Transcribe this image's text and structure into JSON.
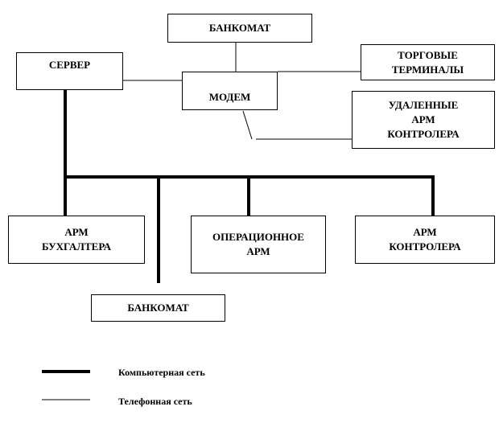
{
  "nodes": {
    "atm_top": {
      "lines": [
        "БАНКОМАТ"
      ]
    },
    "server": {
      "lines": [
        "СЕРВЕР"
      ]
    },
    "modem": {
      "lines": [
        "МОДЕМ"
      ]
    },
    "trade_terminals": {
      "lines": [
        "ТОРГОВЫЕ",
        "ТЕРМИНАЛЫ"
      ]
    },
    "remote_controller": {
      "lines": [
        "УДАЛЕННЫЕ",
        "АРМ",
        "КОНТРОЛЕРА"
      ]
    },
    "accountant": {
      "lines": [
        "АРМ",
        "БУХГАЛТЕРА"
      ]
    },
    "operational": {
      "lines": [
        "ОПЕРАЦИОННОЕ",
        "АРМ"
      ]
    },
    "controller": {
      "lines": [
        "АРМ",
        "КОНТРОЛЕРА"
      ]
    },
    "atm_bottom": {
      "lines": [
        "БАНКОМАТ"
      ]
    }
  },
  "legend": {
    "computer_network": "Компьютерная сеть",
    "phone_network": "Телефонная сеть"
  }
}
